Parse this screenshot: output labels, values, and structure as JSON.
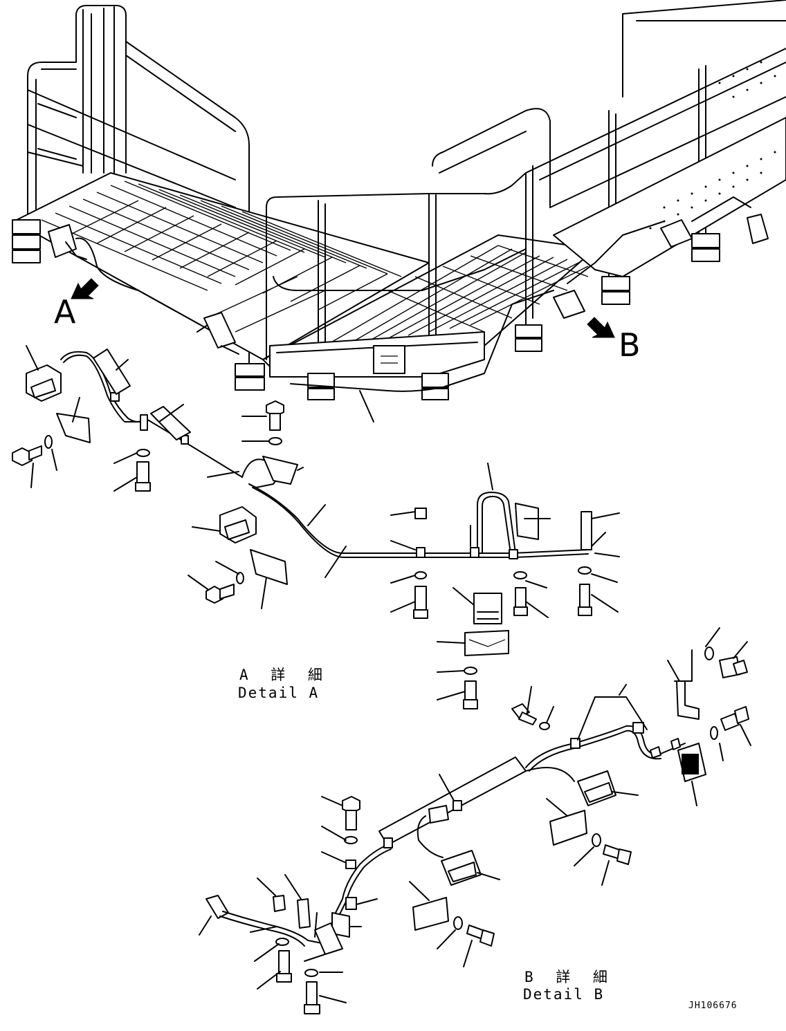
{
  "view_a": {
    "letter": "A"
  },
  "view_b": {
    "letter": "B"
  },
  "detail_a": {
    "jp": "A 詳 細",
    "en": "Detail A"
  },
  "detail_b": {
    "jp": "B 詳 細",
    "en": "Detail B"
  },
  "drawing_code": "JH106676",
  "colors": {
    "line": "#000000",
    "background": "#ffffff"
  },
  "icons": [
    "view-arrow-icon",
    "work-lamp-icon",
    "bolt-icon",
    "washer-icon",
    "bracket-icon",
    "harness-clip-icon"
  ]
}
